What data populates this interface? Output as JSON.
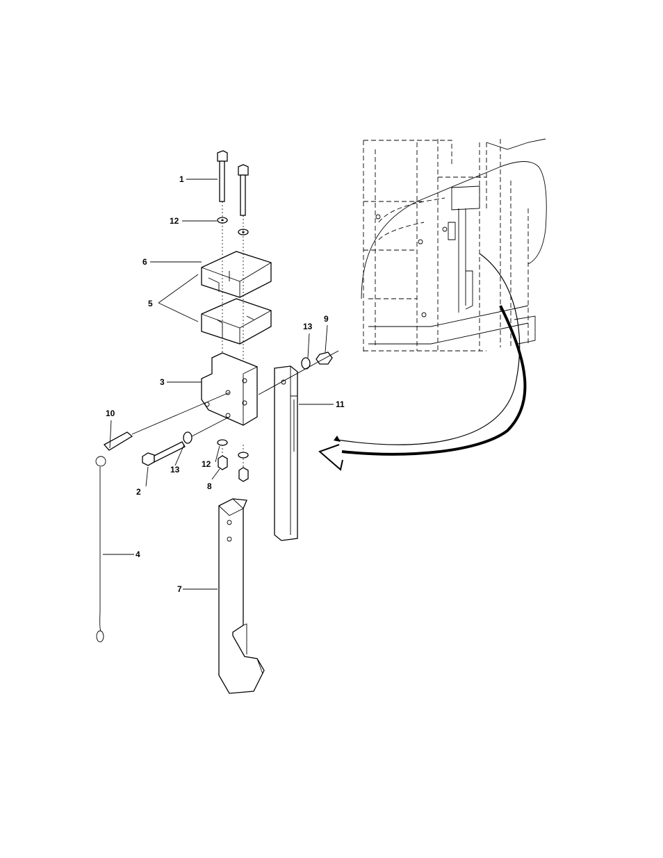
{
  "callouts": {
    "c1": "1",
    "c2": "2",
    "c3": "3",
    "c4": "4",
    "c5": "5",
    "c6": "6",
    "c7": "7",
    "c8": "8",
    "c9": "9",
    "c10": "10",
    "c11": "11",
    "c12a": "12",
    "c12b": "12",
    "c13a": "13",
    "c13b": "13"
  }
}
